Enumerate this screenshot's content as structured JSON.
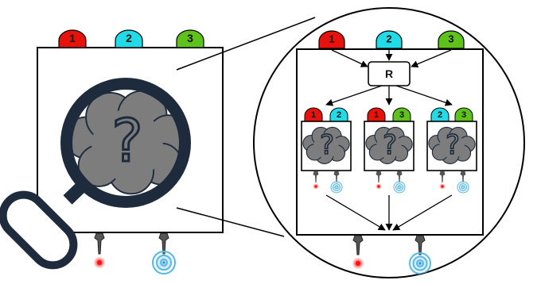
{
  "inputs": [
    {
      "label": "1",
      "color": "#e8120c"
    },
    {
      "label": "2",
      "color": "#22dbe6"
    },
    {
      "label": "3",
      "color": "#5fc21a"
    }
  ],
  "reducer": {
    "label": "R"
  },
  "unknown_symbol": "?",
  "sub_blocks": [
    {
      "inputs": [
        "1",
        "2"
      ],
      "symbol": "?"
    },
    {
      "inputs": [
        "1",
        "3"
      ],
      "symbol": "?"
    },
    {
      "inputs": [
        "2",
        "3"
      ],
      "symbol": "?"
    }
  ],
  "outputs": [
    {
      "kind": "point-output",
      "icon": "red-dot-output-icon"
    },
    {
      "kind": "wave-output",
      "icon": "blue-wave-output-icon"
    }
  ],
  "colors": {
    "magnifier": "#1e2b3c",
    "cloud": "#7d7d7d",
    "outline": "#000000",
    "wave": "#56b8e6"
  }
}
